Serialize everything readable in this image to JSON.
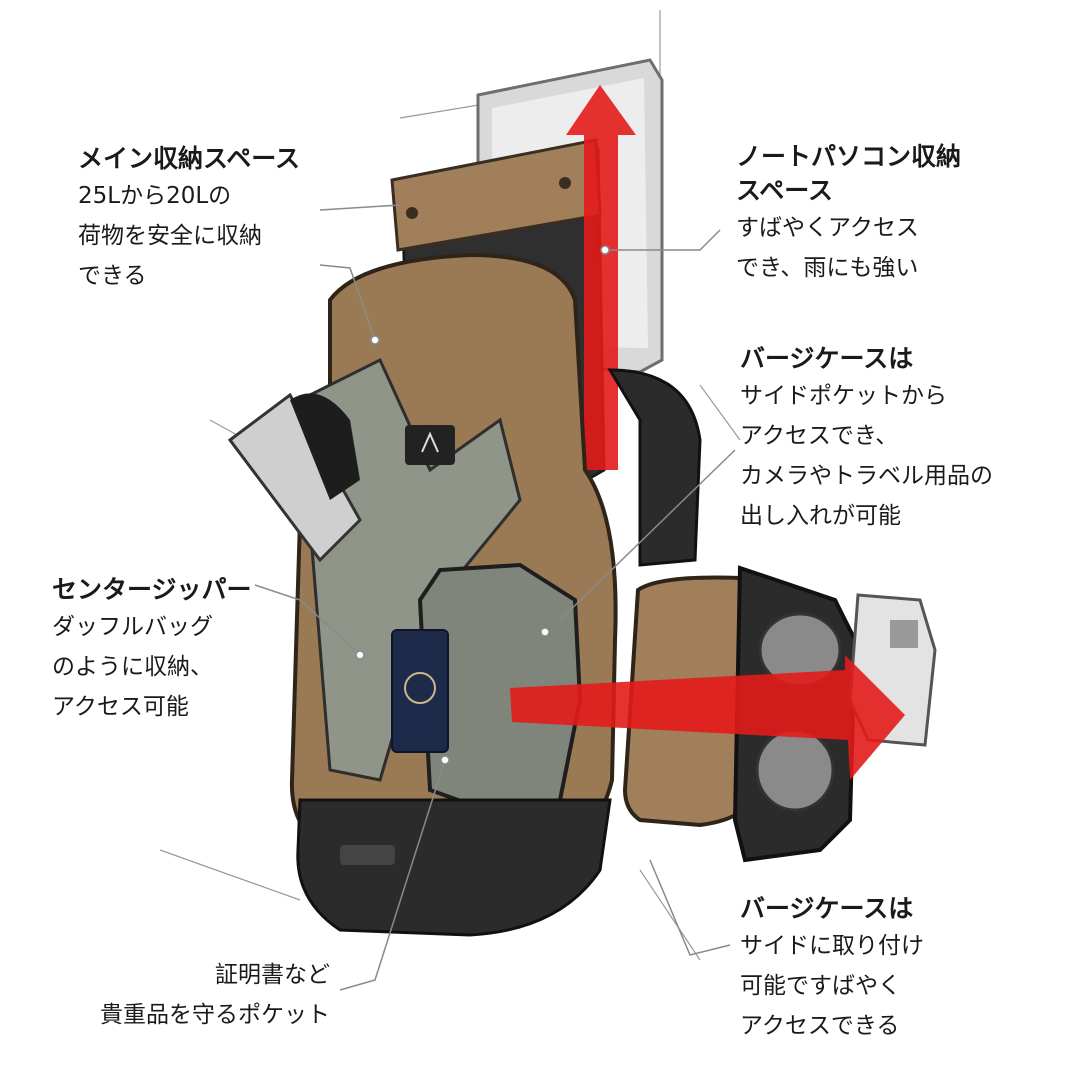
{
  "callouts": {
    "main_storage": {
      "title": "メイン収納スペース",
      "body": [
        "25Lから20Lの",
        "荷物を安全に収納",
        "できる"
      ]
    },
    "laptop": {
      "title": [
        "ノートパソコン収納",
        "スペース"
      ],
      "body": [
        "すばやくアクセス",
        "でき、雨にも強い"
      ]
    },
    "verge_case_side_pocket": {
      "title": "バージケースは",
      "body": [
        "サイドポケットから",
        "アクセスでき、",
        "カメラやトラベル用品の",
        "出し入れが可能"
      ]
    },
    "center_zipper": {
      "title": "センタージッパー",
      "body": [
        "ダッフルバッグ",
        "のように収納、",
        "アクセス可能"
      ]
    },
    "valuables_pocket": {
      "body": [
        "証明書など",
        "貴重品を守るポケット"
      ]
    },
    "verge_case_attach": {
      "title": "バージケースは",
      "body": [
        "サイドに取り付け",
        "可能ですばやく",
        "アクセスできる"
      ]
    }
  },
  "colors": {
    "bag_tan": "#9a7a55",
    "bag_dark": "#2b2b2b",
    "lining_gray": "#8f9588",
    "arrow_red": "#e31b1b",
    "leader_line": "#8a8a8a"
  }
}
